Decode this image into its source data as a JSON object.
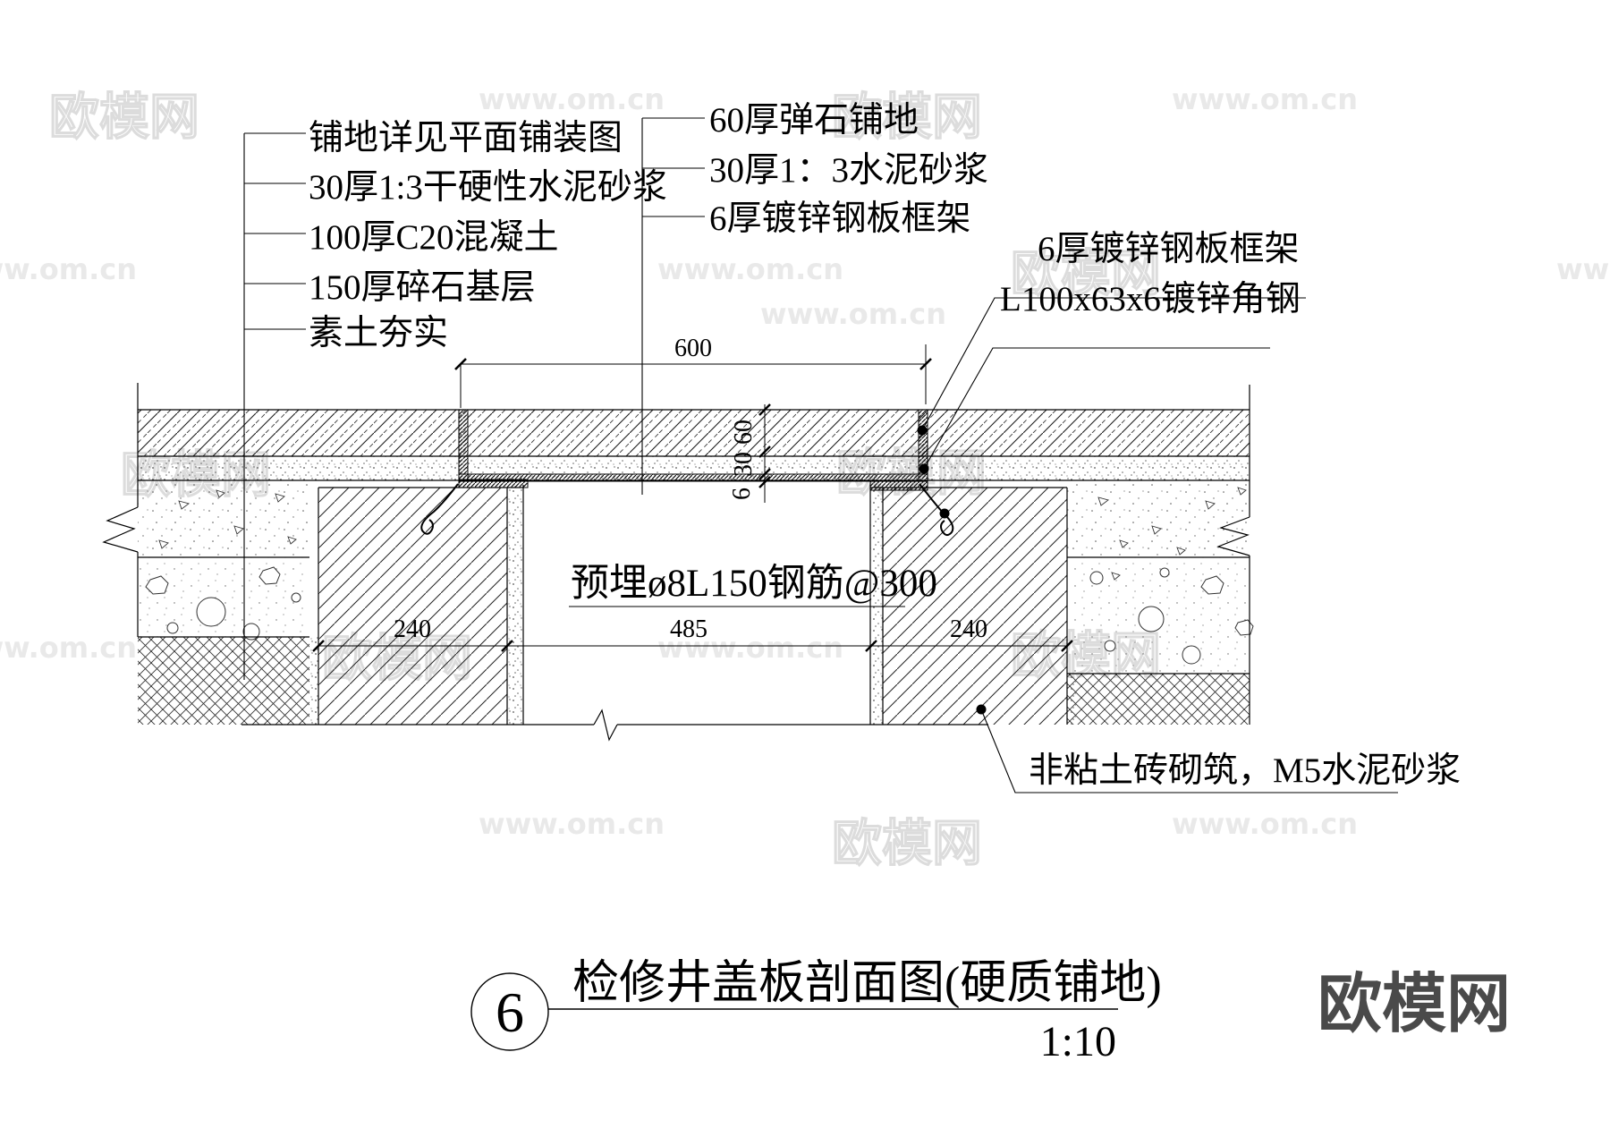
{
  "watermark": {
    "brand": "欧模网",
    "site": "www.om.cn"
  },
  "labels": {
    "pavement_layers": [
      "铺地详见平面铺装图",
      "30厚1:3干硬性水泥砂浆",
      "100厚C20混凝土",
      "150厚碎石基层",
      "素土夯实"
    ],
    "cover_layers": [
      "60厚弹石铺地",
      "30厚1：3水泥砂浆",
      "6厚镀锌钢板框架"
    ],
    "frame_labels": [
      "6厚镀锌钢板框架",
      "L100x63x6镀锌角钢"
    ],
    "embed_note": "预埋ø8L150钢筋@300",
    "masonry_note": "非粘土砖砌筑，M5水泥砂浆"
  },
  "dimensions": {
    "top_width": "600",
    "layer_thicknesses": [
      "60",
      "30",
      "6"
    ],
    "bottom_widths": [
      "240",
      "485",
      "240"
    ]
  },
  "titleblock": {
    "number": "6",
    "name": "检修井盖板剖面图(硬质铺地)",
    "scale": "1:10"
  },
  "logo_text": "欧模网"
}
